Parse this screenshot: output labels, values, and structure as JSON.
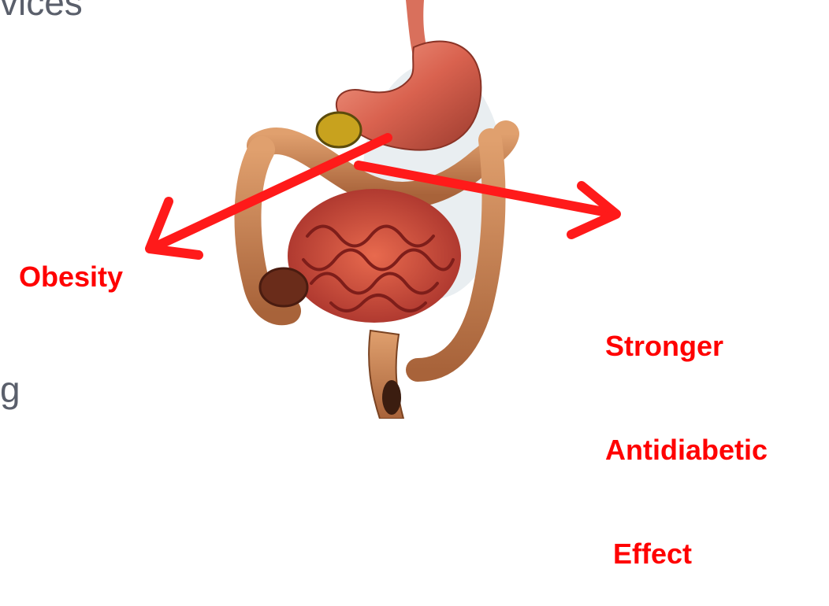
{
  "text_fragments": {
    "top": "vices",
    "bottom": "g"
  },
  "labels": {
    "left": "Obesity",
    "right_lines": [
      "Stronger",
      "Antidiabetic",
      " Effect"
    ]
  },
  "colors": {
    "label": "#ff0000",
    "arrow": "#ff1a1a",
    "fragment_text": "#5a5f6b"
  },
  "figure": {
    "subject": "digestive-system-illustration"
  }
}
